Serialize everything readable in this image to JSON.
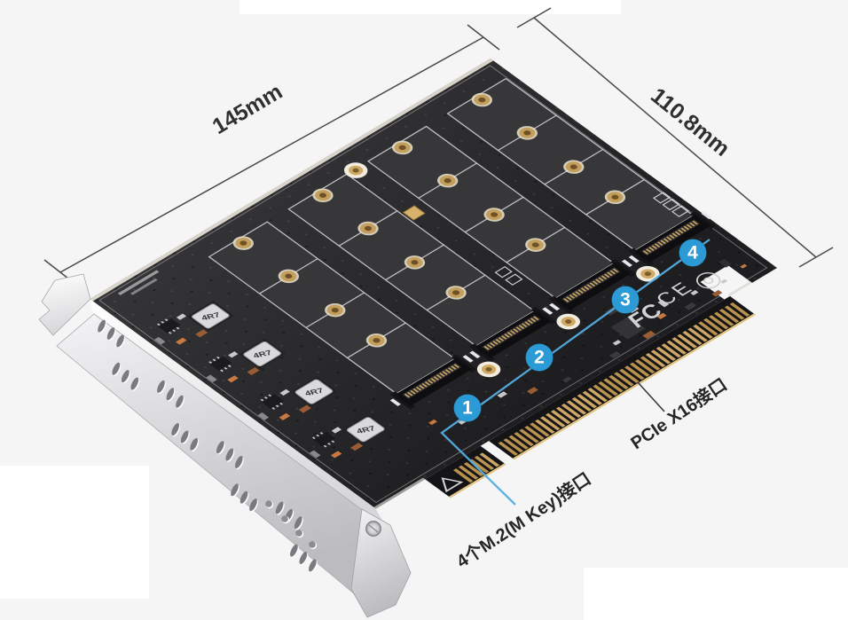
{
  "dimensions": {
    "length": "145mm",
    "width": "110.8mm"
  },
  "callouts": {
    "m2_label": "4个M.2(M Key)接口",
    "pcie_label": "PCIe X16接口"
  },
  "slot_markers": [
    "1",
    "2",
    "3",
    "4"
  ],
  "board_markings": {
    "inductor_value": "4R7",
    "fcc_mark": "FC",
    "ce_mark": "CE"
  },
  "colors": {
    "background": "#f5f5f6",
    "pcb": "#28282b",
    "marker_blue": "#2c9ad5",
    "callout_blue": "#54ade2",
    "gold": "#c3a05c",
    "bracket": "#e6e6e8",
    "dimension_line": "#4a4a4b",
    "label_text": "#2a2a2c"
  }
}
